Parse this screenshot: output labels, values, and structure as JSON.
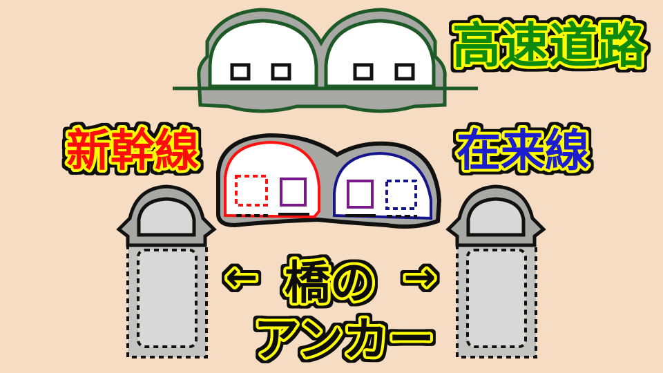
{
  "labels": {
    "highway": "高速道路",
    "shinkansen": "新幹線",
    "conventional": "在来線",
    "arrow_left": "←",
    "arrow_right": "→",
    "anchor_line1": "橋の",
    "anchor_line2": "アンカー"
  },
  "colors": {
    "background": "#f5dcc3",
    "highway_text": "#0a8a0a",
    "highway_outline": "#1e5a28",
    "shinkansen": "#ff1010",
    "conventional": "#14148c",
    "car": "#7a1a8a",
    "outline_yellow": "#ffff00",
    "concrete": "#a8a8a4"
  }
}
